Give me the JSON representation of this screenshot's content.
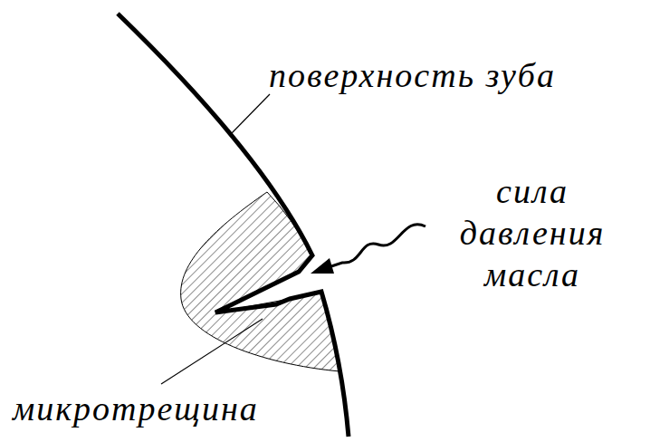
{
  "diagram": {
    "labels": [
      "поверхность зуба",
      "сила давления масла",
      "микротрещина"
    ]
  }
}
